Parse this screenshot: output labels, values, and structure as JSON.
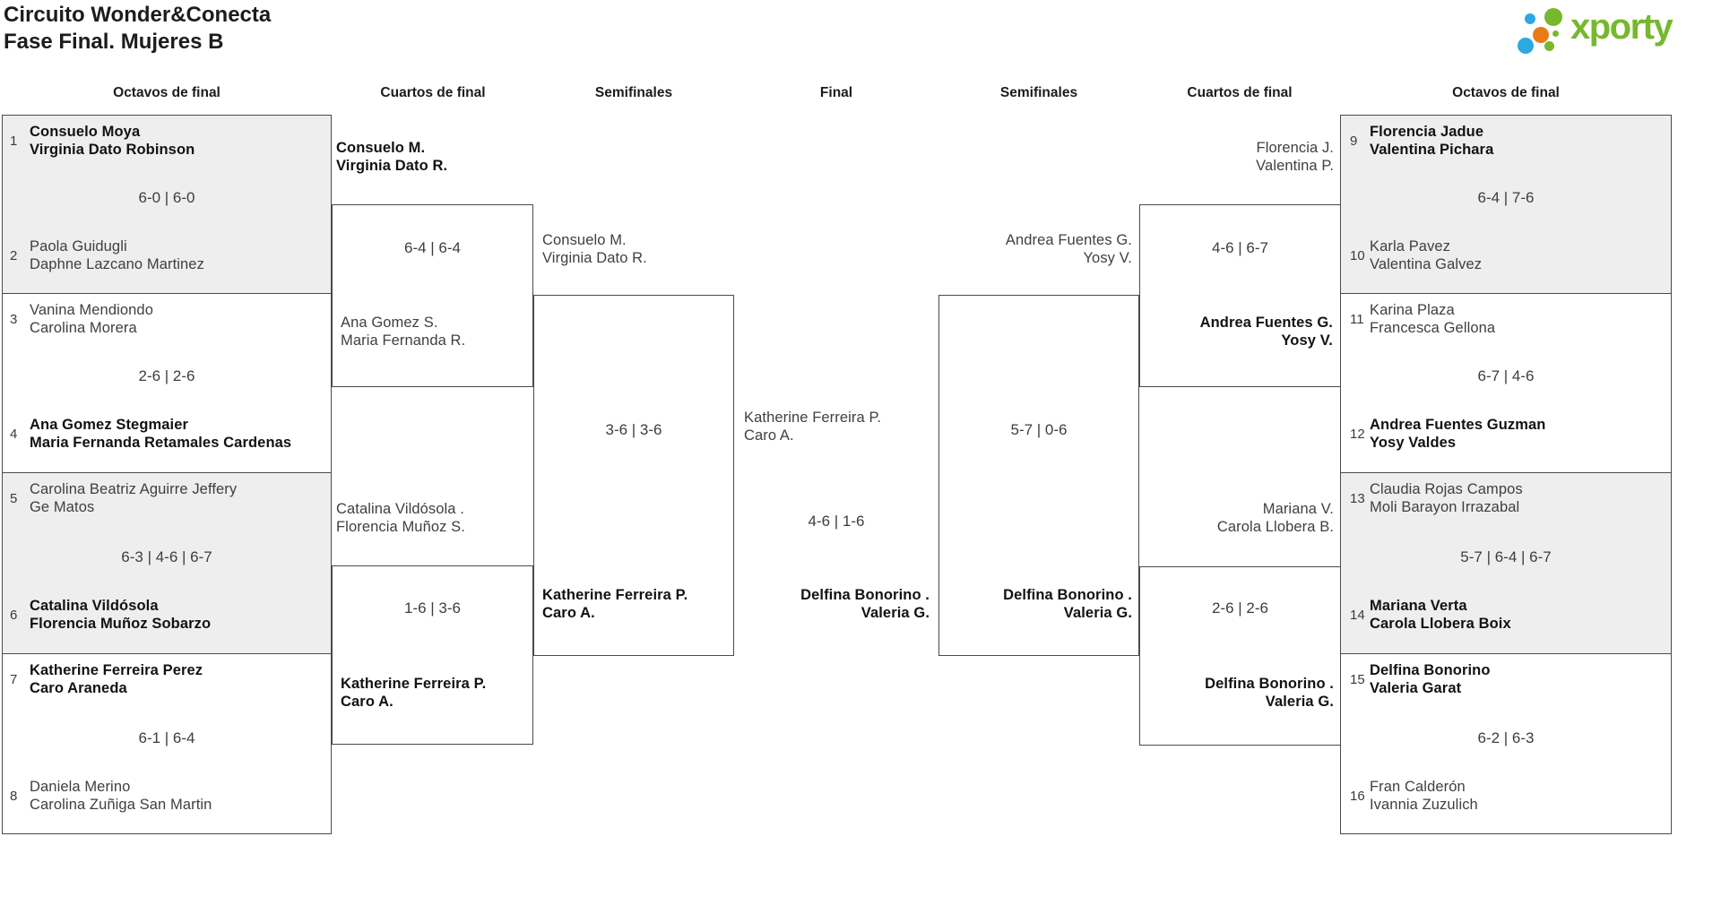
{
  "title": {
    "line1": "Circuito Wonder&Conecta",
    "line2": "Fase Final. Mujeres B"
  },
  "logo": {
    "brand": "xporty",
    "green": "#76b82e",
    "blue": "#2ba9e0",
    "orange": "#e97b16"
  },
  "round_headers": {
    "r16_left": "Octavos de final",
    "qf_left": "Cuartos de final",
    "sf_left": "Semifinales",
    "final": "Final",
    "sf_right": "Semifinales",
    "qf_right": "Cuartos de final",
    "r16_right": "Octavos de final"
  },
  "r16_left": [
    {
      "seed_top": "1",
      "top1": "Consuelo Moya",
      "top2": "Virginia Dato Robinson",
      "top_bold": true,
      "score": "6-0 | 6-0",
      "seed_bottom": "2",
      "bottom1": "Paola Guidugli",
      "bottom2": "Daphne Lazcano Martinez",
      "bottom_bold": false
    },
    {
      "seed_top": "3",
      "top1": "Vanina Mendiondo",
      "top2": "Carolina Morera",
      "top_bold": false,
      "score": "2-6 | 2-6",
      "seed_bottom": "4",
      "bottom1": "Ana Gomez Stegmaier",
      "bottom2": "Maria Fernanda Retamales Cardenas",
      "bottom_bold": true
    },
    {
      "seed_top": "5",
      "top1": "Carolina Beatriz Aguirre Jeffery",
      "top2": "Ge Matos",
      "top_bold": false,
      "score": "6-3 | 4-6 | 6-7",
      "seed_bottom": "6",
      "bottom1": "Catalina Vildósola",
      "bottom2": "Florencia Muñoz Sobarzo",
      "bottom_bold": true
    },
    {
      "seed_top": "7",
      "top1": "Katherine Ferreira Perez",
      "top2": "Caro Araneda",
      "top_bold": true,
      "score": "6-1 | 6-4",
      "seed_bottom": "8",
      "bottom1": "Daniela Merino",
      "bottom2": "Carolina Zuñiga San Martin",
      "bottom_bold": false
    }
  ],
  "r16_right": [
    {
      "seed_top": "9",
      "top1": "Florencia Jadue",
      "top2": "Valentina Pichara",
      "top_bold": true,
      "score": "6-4 | 7-6",
      "seed_bottom": "10",
      "bottom1": "Karla Pavez",
      "bottom2": "Valentina Galvez",
      "bottom_bold": false
    },
    {
      "seed_top": "11",
      "top1": "Karina Plaza",
      "top2": "Francesca Gellona",
      "top_bold": false,
      "score": "6-7 | 4-6",
      "seed_bottom": "12",
      "bottom1": "Andrea Fuentes Guzman",
      "bottom2": "Yosy Valdes",
      "bottom_bold": true
    },
    {
      "seed_top": "13",
      "top1": "Claudia Rojas Campos",
      "top2": "Moli Barayon Irrazabal",
      "top_bold": false,
      "score": "5-7 | 6-4 | 6-7",
      "seed_bottom": "14",
      "bottom1": "Mariana Verta",
      "bottom2": "Carola Llobera Boix",
      "bottom_bold": true
    },
    {
      "seed_top": "15",
      "top1": "Delfina Bonorino",
      "top2": "Valeria Garat",
      "top_bold": true,
      "score": "6-2 | 6-3",
      "seed_bottom": "16",
      "bottom1": "Fran Calderón",
      "bottom2": "Ivannia Zuzulich",
      "bottom_bold": false
    }
  ],
  "qf_left": [
    {
      "top1": "Consuelo M.",
      "top2": "Virginia Dato R.",
      "top_bold": true,
      "score": "6-4 | 6-4",
      "bottom1": "Ana Gomez S.",
      "bottom2": "Maria Fernanda R.",
      "bottom_bold": false
    },
    {
      "top1": "Catalina Vildósola .",
      "top2": "Florencia Muñoz S.",
      "top_bold": false,
      "score": "1-6 | 3-6",
      "bottom1": "Katherine Ferreira P.",
      "bottom2": "Caro A.",
      "bottom_bold": true
    }
  ],
  "qf_right": [
    {
      "top1": "Florencia J.",
      "top2": "Valentina P.",
      "top_bold": false,
      "score": "4-6 | 6-7",
      "bottom1": "Andrea Fuentes G.",
      "bottom2": "Yosy V.",
      "bottom_bold": true
    },
    {
      "top1": "Mariana V.",
      "top2": "Carola Llobera B.",
      "top_bold": false,
      "score": "2-6 | 2-6",
      "bottom1": "Delfina Bonorino .",
      "bottom2": "Valeria G.",
      "bottom_bold": true
    }
  ],
  "sf_left": {
    "top1": "Consuelo M.",
    "top2": "Virginia Dato R.",
    "top_bold": false,
    "score": "3-6 | 3-6",
    "bottom1": "Katherine Ferreira P.",
    "bottom2": "Caro A.",
    "bottom_bold": true
  },
  "sf_right": {
    "top1": "Andrea Fuentes G.",
    "top2": "Yosy V.",
    "top_bold": false,
    "score": "5-7 | 0-6",
    "bottom1": "Delfina Bonorino .",
    "bottom2": "Valeria G.",
    "bottom_bold": true
  },
  "final": {
    "top1": "Katherine Ferreira P.",
    "top2": "Caro A.",
    "top_bold": false,
    "score": "4-6 | 1-6",
    "bottom1": "Delfina Bonorino .",
    "bottom2": "Valeria G.",
    "bottom_bold": true
  }
}
